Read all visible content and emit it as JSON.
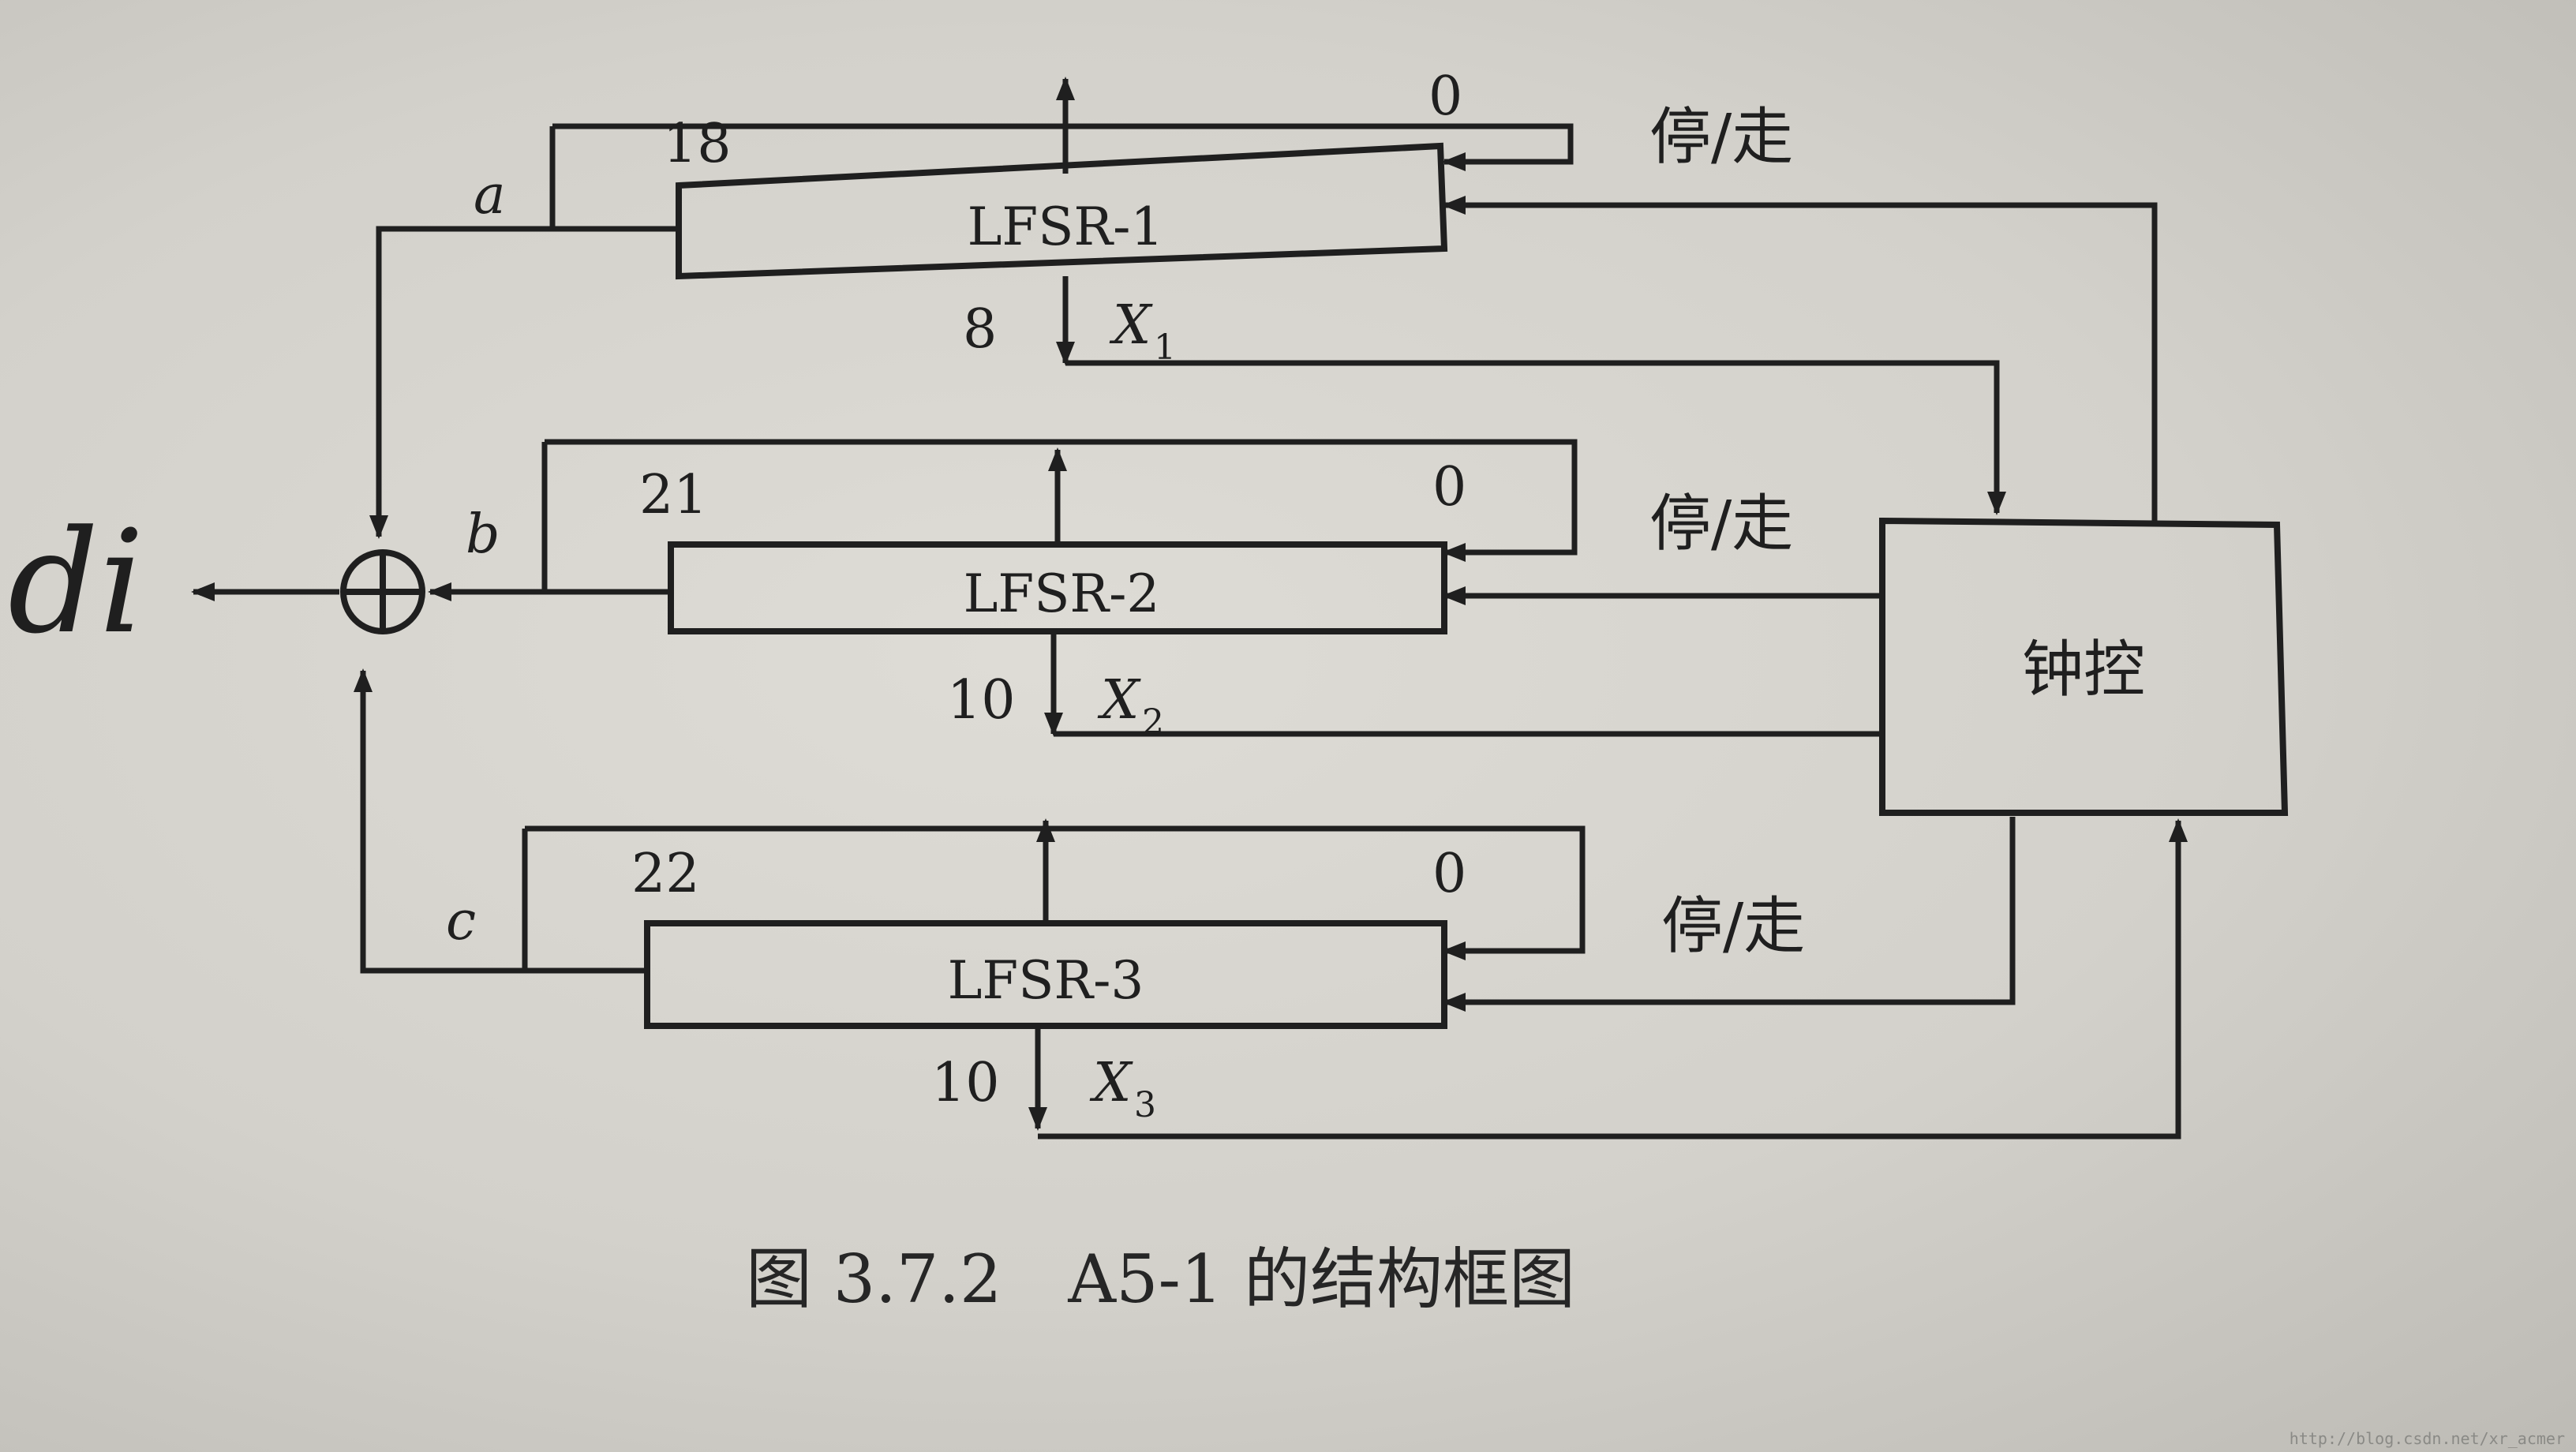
{
  "registers": [
    {
      "label": "LFSR-1",
      "left_bit": "18",
      "right_bit": "0",
      "tap": "8",
      "clock_var": "X",
      "clock_sub": "1",
      "output_var": "a",
      "control_label": "停/走"
    },
    {
      "label": "LFSR-2",
      "left_bit": "21",
      "right_bit": "0",
      "tap": "10",
      "clock_var": "X",
      "clock_sub": "2",
      "output_var": "b",
      "control_label": "停/走"
    },
    {
      "label": "LFSR-3",
      "left_bit": "22",
      "right_bit": "0",
      "tap": "10",
      "clock_var": "X",
      "clock_sub": "3",
      "output_var": "c",
      "control_label": "停/走"
    }
  ],
  "clock_control": {
    "label": "钟控"
  },
  "output": {
    "label": "di"
  },
  "caption": "图 3.7.2　A5-1 的结构框图",
  "watermark": "http://blog.csdn.net/xr_acmer",
  "colors": {
    "ink": "#1f1f1f",
    "paper": "#d6d4ce"
  }
}
